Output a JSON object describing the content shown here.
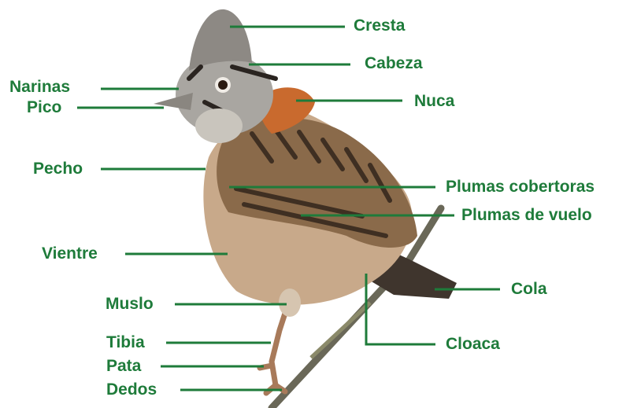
{
  "colors": {
    "label": "#1e7b3a",
    "leader": "#1e7b3a",
    "background": "#ffffff",
    "plumage_gray": "#a9a6a1",
    "plumage_dark": "#4a3d33",
    "collar_rufous": "#c96a2e",
    "back_brown": "#8a6a4a",
    "belly_buff": "#c8a98a",
    "legs": "#a87a5a",
    "perch": "#6a6858"
  },
  "labels": {
    "cresta": "Cresta",
    "cabeza": "Cabeza",
    "nuca": "Nuca",
    "narinas": "Narinas",
    "pico": "Pico",
    "pecho": "Pecho",
    "plumas_cobertoras": "Plumas cobertoras",
    "plumas_de_vuelo": "Plumas de vuelo",
    "vientre": "Vientre",
    "cola": "Cola",
    "muslo": "Muslo",
    "tibia": "Tibia",
    "cloaca": "Cloaca",
    "pata": "Pata",
    "dedos": "Dedos"
  },
  "illustration": {
    "subject": "bird-photo",
    "parts": [
      "crest",
      "head",
      "eye",
      "beak",
      "collar",
      "back",
      "wing",
      "belly",
      "tail",
      "legs",
      "perch"
    ]
  }
}
